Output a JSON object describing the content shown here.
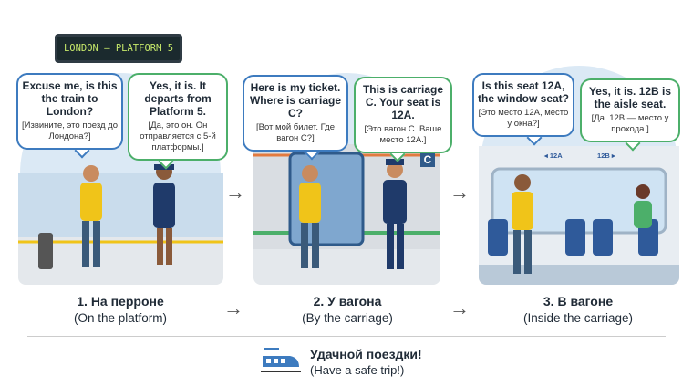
{
  "sign": "LONDON – PLATFORM 5",
  "panels": [
    {
      "title": "1. На перроне",
      "subtitle": "(On the platform)",
      "q_en": "Excuse me, is this the train to London?",
      "q_ru": "[Извините, это поезд до Лондона?]",
      "a_en": "Yes, it is. It departs from Platform 5.",
      "a_ru": "[Да, это он. Он отправляется с 5-й платформы.]"
    },
    {
      "title": "2. У вагона",
      "subtitle": "(By the carriage)",
      "q_en": "Here is my ticket. Where is carriage C?",
      "q_ru": "[Вот мой билет. Где вагон C?]",
      "a_en": "This is carriage C. Your seat is 12A.",
      "a_ru": "[Это вагон C. Ваше место 12A.]",
      "carriage_letter": "C"
    },
    {
      "title": "3. В вагоне",
      "subtitle": "(Inside the carriage)",
      "q_en": "Is this seat 12A, the window seat?",
      "q_ru": "[Это место 12A, место у окна?]",
      "a_en": "Yes, it is. 12B is the aisle seat.",
      "a_ru": "[Да. 12B — место у прохода.]",
      "seat_a": "◂ 12A",
      "seat_b": "12B ▸"
    }
  ],
  "footer": {
    "ru": "Удачной поездки!",
    "en": "(Have a safe trip!)"
  },
  "colors": {
    "blue": "#3d7bbf",
    "green": "#4caf6a",
    "sky": "#dbe9f5"
  }
}
